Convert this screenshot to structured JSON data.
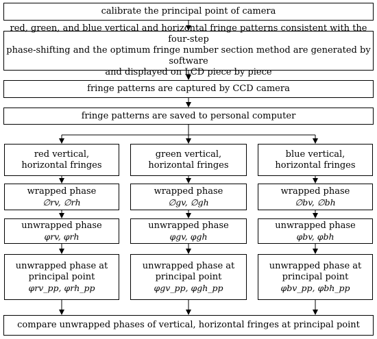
{
  "steps": {
    "calibrate": "calibrate the principal point of camera",
    "generate": [
      "red, green, and blue vertical and horizontal fringe patterns consistent with the four-step",
      "phase-shifting and the optimum fringe number section method are generated by software",
      "and displayed on LCD piece by piece"
    ],
    "capture": "fringe patterns are captured by CCD camera",
    "save": "fringe patterns are saved to personal computer",
    "compare": "compare unwrapped phases of vertical, horizontal fringes at principal point"
  },
  "columns": [
    {
      "fringe": [
        "red vertical,",
        "horizontal fringes"
      ],
      "wrapped_label": "wrapped phase",
      "wrapped_symbols": "∅rv, ∅rh",
      "unwrapped_label": "unwrapped phase",
      "unwrapped_symbols": "φrv, φrh",
      "pp_label": [
        "unwrapped phase at",
        "principal point"
      ],
      "pp_symbols": "φrv_pp, φrh_pp"
    },
    {
      "fringe": [
        "green vertical,",
        "horizontal fringes"
      ],
      "wrapped_label": "wrapped phase",
      "wrapped_symbols": "∅gv, ∅gh",
      "unwrapped_label": "unwrapped phase",
      "unwrapped_symbols": "φgv, φgh",
      "pp_label": [
        "unwrapped phase at",
        "principal point"
      ],
      "pp_symbols": "φgv_pp, φgh_pp"
    },
    {
      "fringe": [
        "blue vertical,",
        "horizontal fringes"
      ],
      "wrapped_label": "wrapped phase",
      "wrapped_symbols": "∅bv, ∅bh",
      "unwrapped_label": "unwrapped phase",
      "unwrapped_symbols": "φbv, φbh",
      "pp_label": [
        "unwrapped phase at",
        "principal point"
      ],
      "pp_symbols": "φbv_pp, φbh_pp"
    }
  ]
}
